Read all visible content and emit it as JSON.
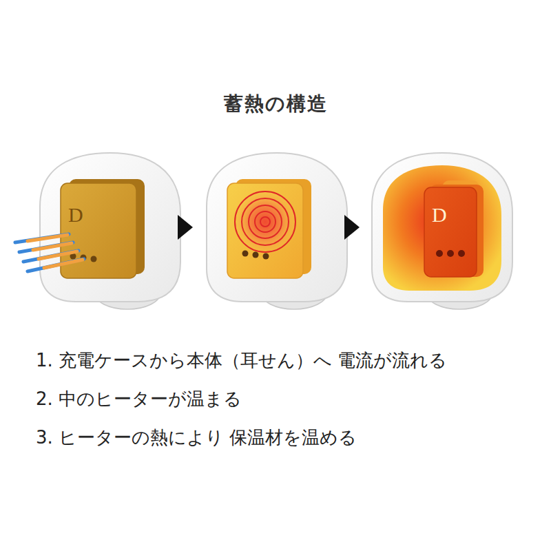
{
  "diagram": {
    "title": "蓄熱の構造",
    "labels": [
      "D",
      "D",
      "1. 充電ケースから本体（耳せん）へ 電流が流れる",
      "2. 中のヒーターが温まる",
      "3. ヒーターの熱により 保温材を温める"
    ]
  }
}
